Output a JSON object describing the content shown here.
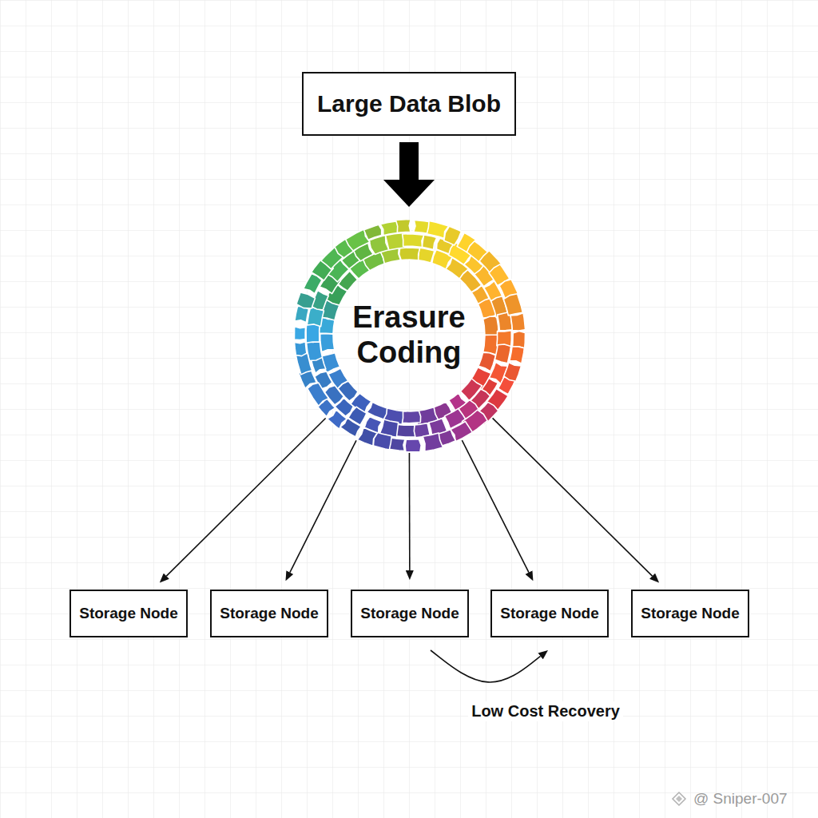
{
  "diagram": {
    "nodes": [
      {
        "text": [
          "Large Data Blob"
        ]
      },
      {
        "text": [
          "Erasure Coding"
        ]
      },
      {
        "text": [
          "Storage Node"
        ]
      },
      {
        "text": [
          "Storage Node"
        ]
      },
      {
        "text": [
          "Storage Node"
        ]
      },
      {
        "text": [
          "Storage Node"
        ]
      },
      {
        "text": [
          "Storage Node"
        ]
      }
    ],
    "edges": [
      {
        "from": 0,
        "to": 1,
        "arrow": "to"
      },
      {
        "from": 1,
        "to": 2,
        "arrow": "to"
      },
      {
        "from": 1,
        "to": 3,
        "arrow": "to"
      },
      {
        "from": 1,
        "to": 4,
        "arrow": "to"
      },
      {
        "from": 1,
        "to": 5,
        "arrow": "to"
      },
      {
        "from": 1,
        "to": 6,
        "arrow": "to"
      },
      {
        "from": 4,
        "to": 5,
        "label": "Low Cost Recovery",
        "arrow": "to"
      }
    ],
    "labels": [
      "@ Sniper-007"
    ]
  }
}
